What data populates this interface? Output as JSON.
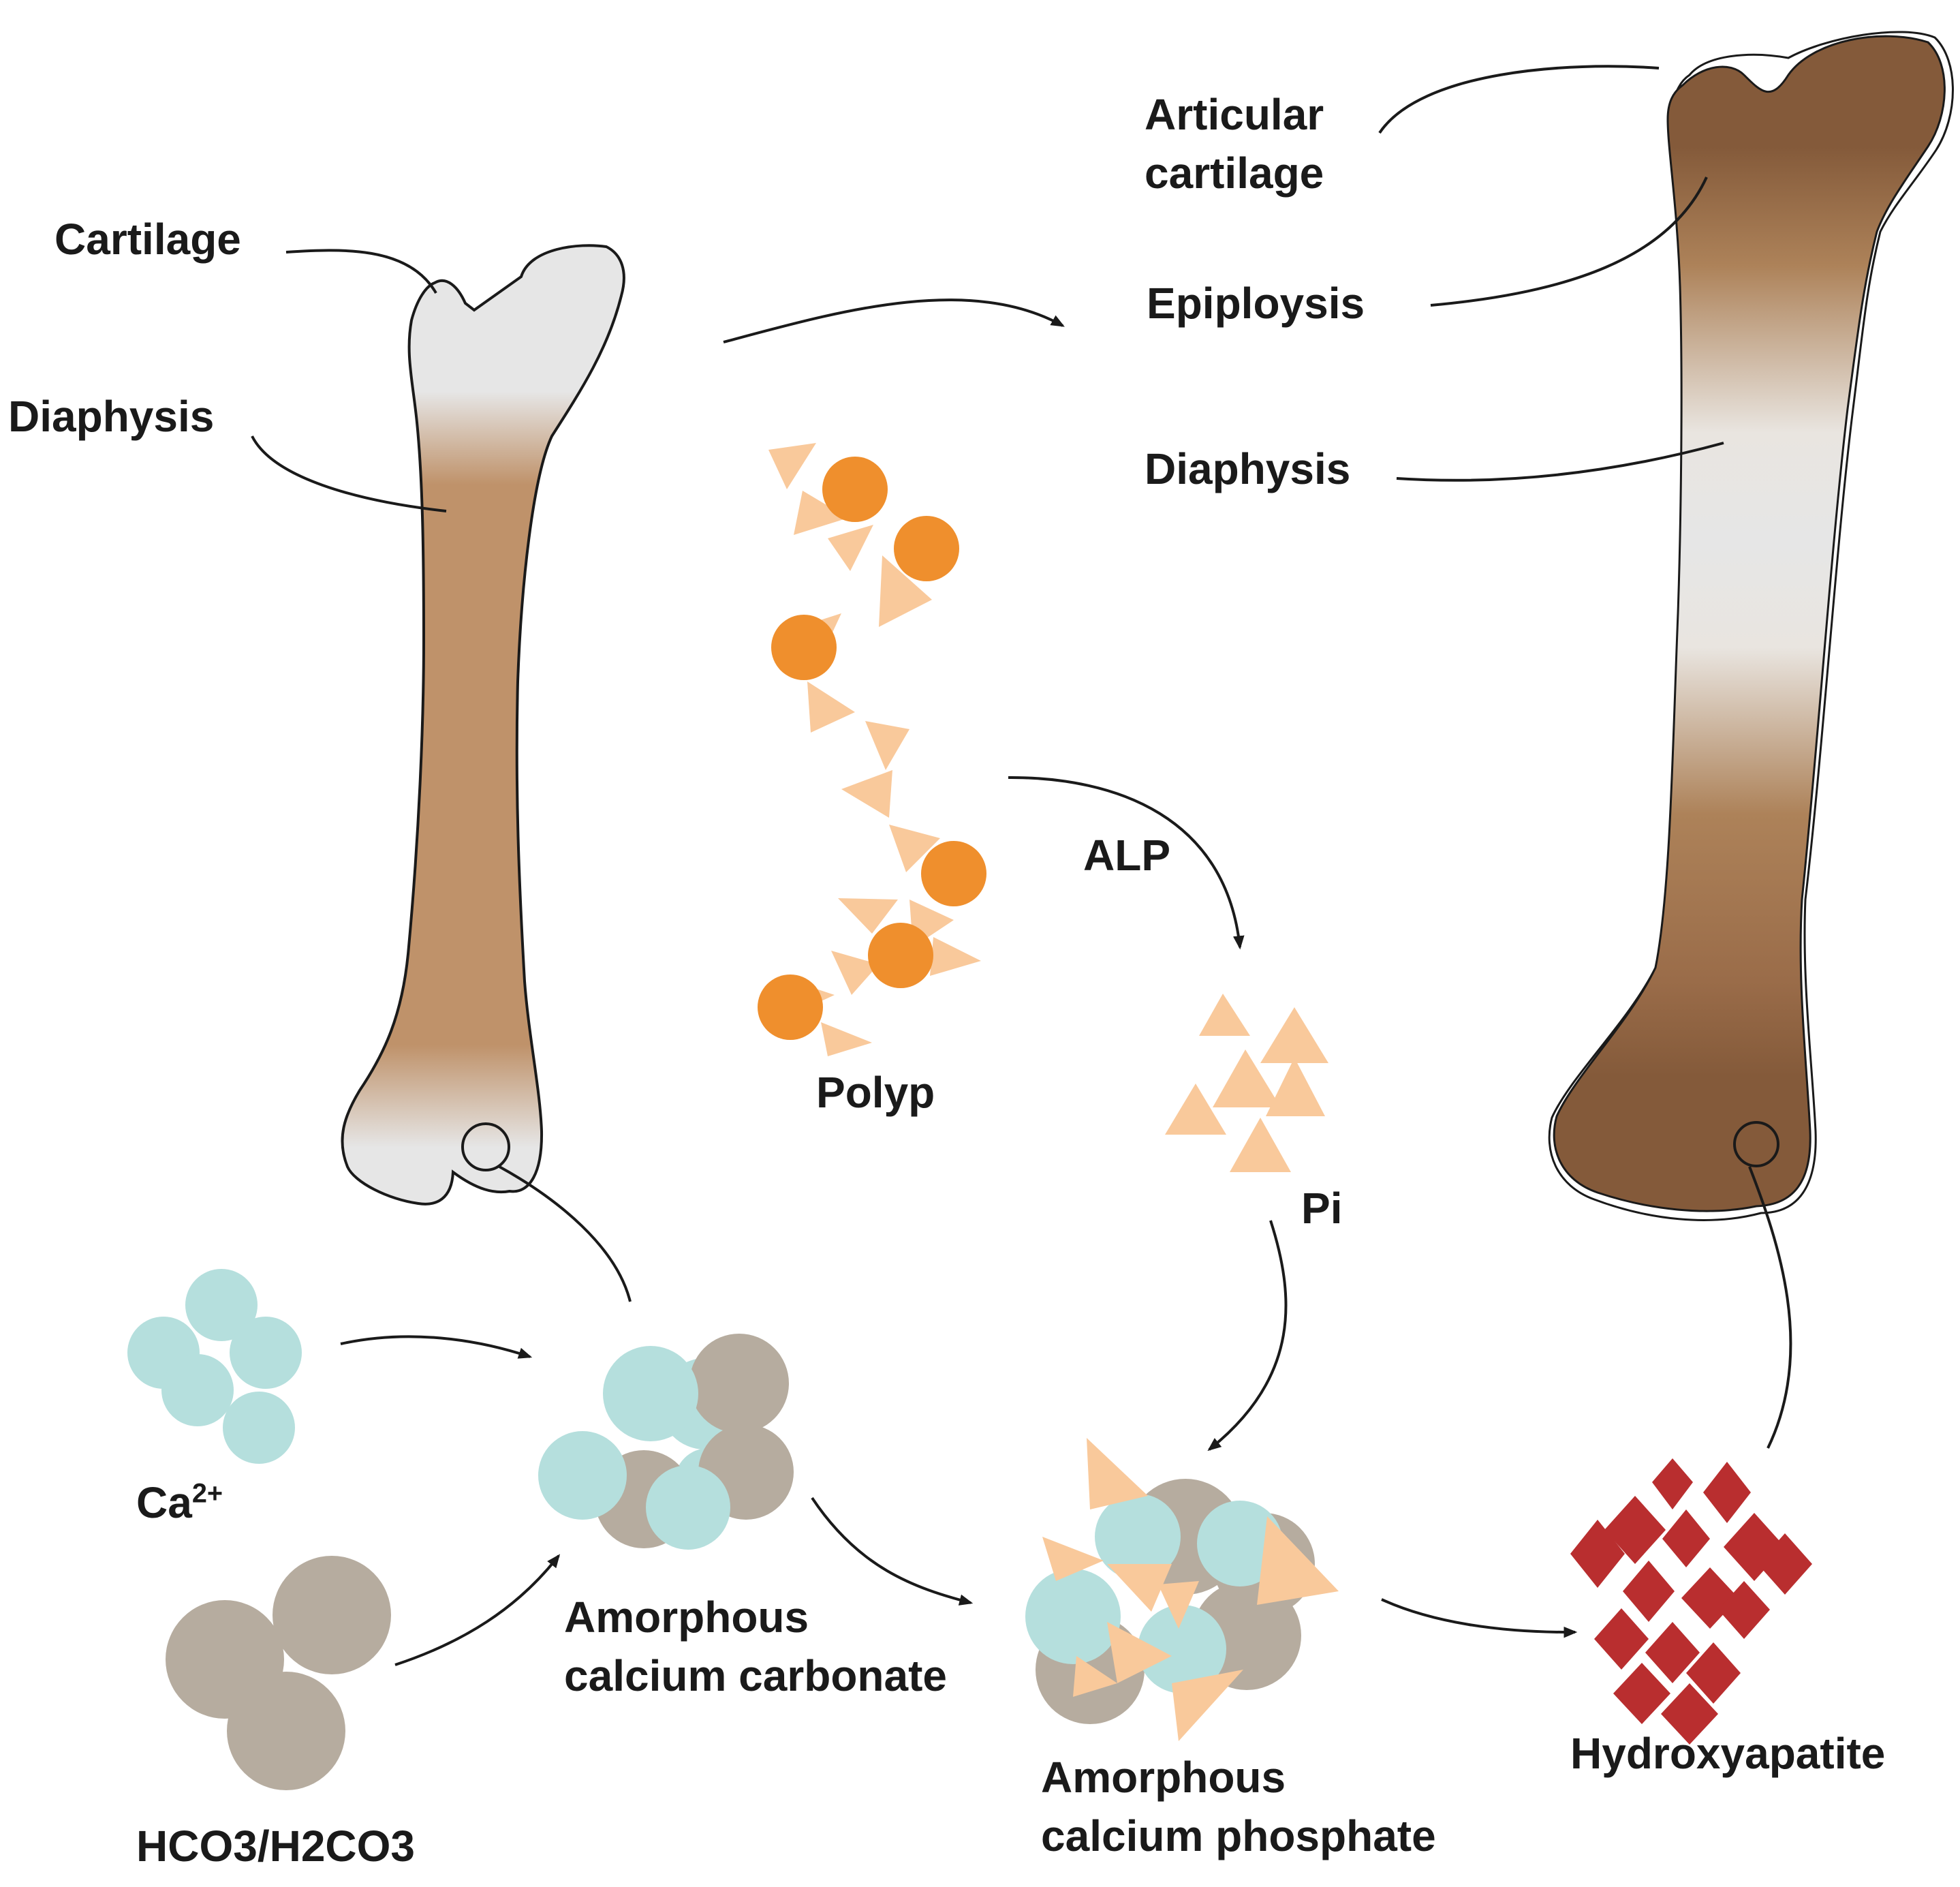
{
  "labels": {
    "cartilage": "Cartilage",
    "diaphysis_left": "Diaphysis",
    "articular_line1": "Articular",
    "articular_line2": "cartilage",
    "epiploysis": "Epiploysis",
    "diaphysis_right": "Diaphysis",
    "polyp": "Polyp",
    "alp": "ALP",
    "pi": "Pi",
    "ca_base": "Ca",
    "ca_charge": "2+",
    "hco3": "HCO3/H2CO3",
    "acc_line1": "Amorphous",
    "acc_line2": "calcium carbonate",
    "acp_line1": "Amorphous",
    "acp_line2": "calcium phosphate",
    "hydroxyapatite": "Hydroxyapatite"
  },
  "colors": {
    "young_bone_cartilage": "#e6e6e6",
    "young_bone_shaft": "#bf926a",
    "mature_bone_shaft": "#845a3a",
    "mature_bone_light": "#ad8259",
    "calcium": "#b5dfdd",
    "carbonate": "#b6ac9f",
    "phosphate": "#f9c99b",
    "polyp_dot": "#ef8f2d",
    "hydroxyapatite": "#b92e2f",
    "line": "#1a1a1a"
  }
}
